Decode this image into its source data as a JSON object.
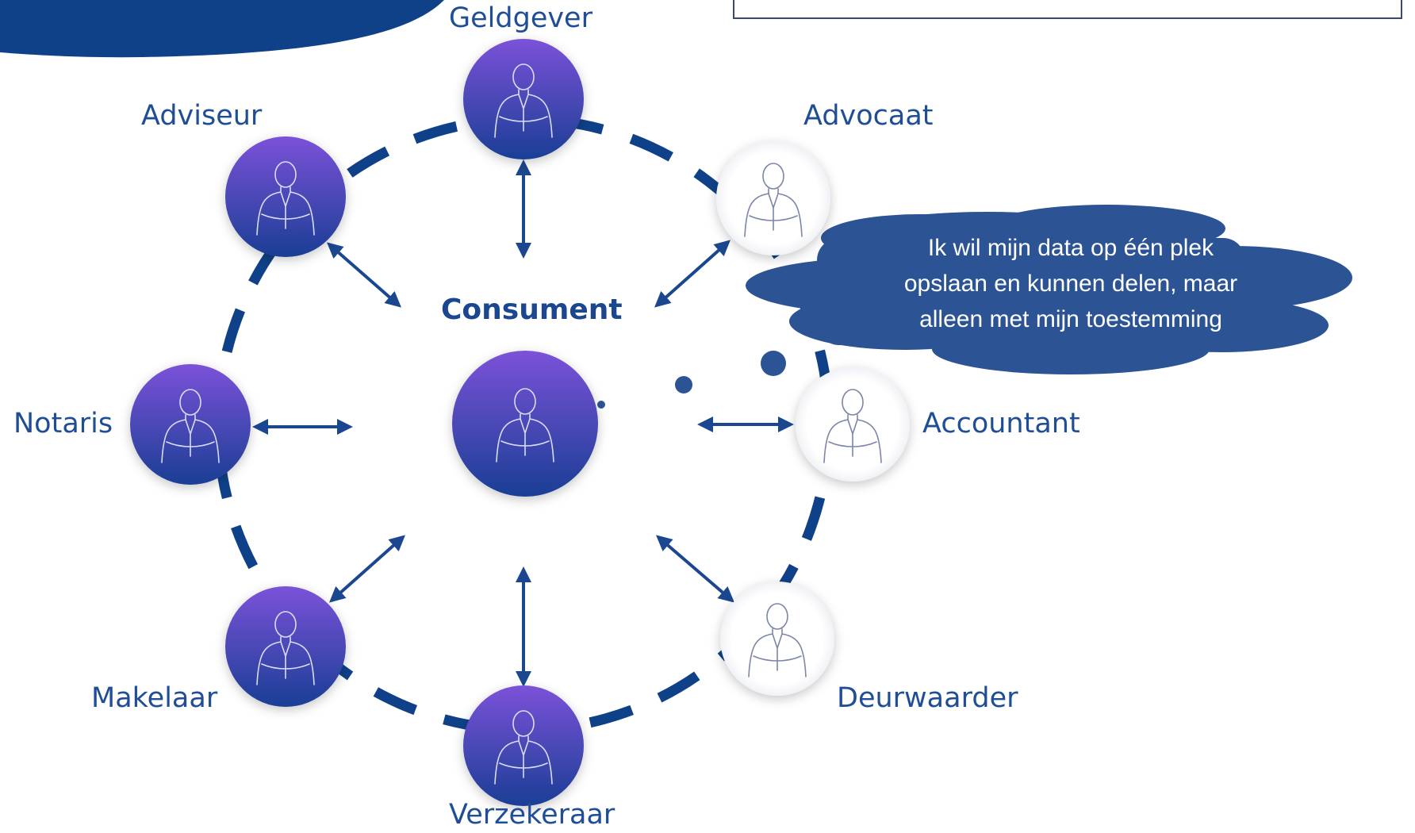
{
  "diagram": {
    "center": {
      "label": "Consument",
      "figure_icon": "woman-with-phone-icon"
    },
    "nodes": [
      {
        "id": "geldgever",
        "label": "Geldgever",
        "style": "filled",
        "figure_icon": "man-handshake-icon"
      },
      {
        "id": "advocaat",
        "label": "Advocaat",
        "style": "outline",
        "figure_icon": "man-in-suit-icon"
      },
      {
        "id": "accountant",
        "label": "Accountant",
        "style": "outline",
        "figure_icon": "man-writing-icon"
      },
      {
        "id": "deurwaarder",
        "label": "Deurwaarder",
        "style": "outline",
        "figure_icon": "man-with-glasses-icon"
      },
      {
        "id": "verzekeraar",
        "label": "Verzekeraar",
        "style": "filled",
        "figure_icon": "man-arms-crossed-icon"
      },
      {
        "id": "makelaar",
        "label": "Makelaar",
        "style": "filled",
        "figure_icon": "woman-arms-crossed-icon"
      },
      {
        "id": "notaris",
        "label": "Notaris",
        "style": "filled",
        "figure_icon": "man-at-desk-icon"
      },
      {
        "id": "adviseur",
        "label": "Adviseur",
        "style": "filled",
        "figure_icon": "woman-on-phone-icon"
      }
    ],
    "connections": "bidirectional",
    "thought_bubble": {
      "lines": [
        "Ik wil mijn data op één plek",
        "opslaan en kunnen delen, maar",
        "alleen met mijn toestemming"
      ]
    }
  },
  "colors": {
    "primary": "#1a478f",
    "dashed_ring": "#0f4188",
    "cloud": "#2c5494",
    "gradient_top": "#7a4fd6",
    "gradient_bottom": "#1b3f96",
    "label": "#1f4e96"
  }
}
